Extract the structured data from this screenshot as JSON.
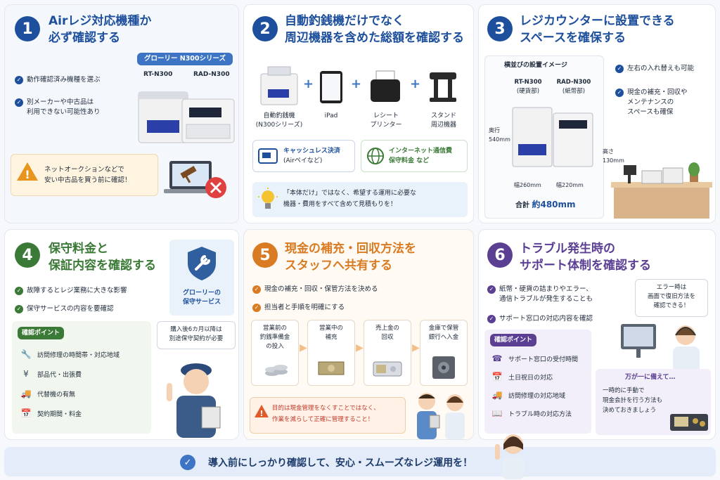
{
  "colors": {
    "blue": "#1d4f9c",
    "green": "#3a7a36",
    "orange": "#d97b22",
    "purple": "#5b3f93"
  },
  "p1": {
    "num": "1",
    "title1": "Airレジ対応機種か",
    "title2": "必ず確認する",
    "series": "グローリー N300シリーズ",
    "m1": "RT-N300",
    "m2": "RAD-N300",
    "c1": "動作確認済み機種を選ぶ",
    "c2a": "別メーカーや中古品は",
    "c2b": "利用できない可能性あり",
    "warn1": "ネットオークションなどで",
    "warn2": "安い中古品を買う前に確認！"
  },
  "p2": {
    "num": "2",
    "title1": "自動釣銭機だけでなく",
    "title2": "周辺機器を含めた総額を確認する",
    "d1a": "自動釣銭機",
    "d1b": "(N300シリーズ)",
    "d2": "iPad",
    "d3a": "レシート",
    "d3b": "プリンター",
    "d4a": "スタンド",
    "d4b": "周辺機器",
    "f1a": "キャッシュレス決済",
    "f1b": "(Airペイなど)",
    "f2a": "インターネット通信費",
    "f2b": "保守料金 など",
    "tip1": "「本体だけ」ではなく、希望する運用に必要な",
    "tip2": "機器・費用をすべて含めて見積もりを！"
  },
  "p3": {
    "num": "3",
    "title1": "レジカウンターに設置できる",
    "title2": "スペースを確保する",
    "imgTitle": "横並びの設置イメージ",
    "m1": "RT-N300",
    "m1s": "(硬貨部)",
    "m2": "RAD-N300",
    "m2s": "(紙幣部)",
    "depth1": "奥行",
    "depth2": "540mm",
    "height1": "高さ",
    "height2": "130mm",
    "w1": "幅260mm",
    "w2": "幅220mm",
    "total1": "合計",
    "total2": "約480mm",
    "c1": "左右の入れ替えも可能",
    "c2a": "現金の補充・回収や",
    "c2b": "メンテナンスの",
    "c2c": "スペースも確保"
  },
  "p4": {
    "num": "4",
    "title1": "保守料金と",
    "title2": "保証内容を確認する",
    "shield1": "グローリーの",
    "shield2": "保守サービス",
    "c1": "故障するとレジ業務に大きな影響",
    "c2": "保守サービスの内容を要確認",
    "pointsTitle": "確認ポイント",
    "points": [
      "訪問修理の時間帯・対応地域",
      "部品代・出張費",
      "代替機の有無",
      "契約期間・料金"
    ],
    "bubble1": "購入後6カ月以降は",
    "bubble2": "別途保守契約が必要"
  },
  "p5": {
    "num": "5",
    "title1": "現金の補充・回収方法を",
    "title2": "スタッフへ共有する",
    "c1": "現金の補充・回収・保管方法を決める",
    "c2": "担当者と手順を明確にする",
    "steps": [
      [
        "営業前の",
        "釣銭準備金",
        "の投入"
      ],
      [
        "営業中の",
        "補充",
        ""
      ],
      [
        "売上金の",
        "回収",
        ""
      ],
      [
        "金庫で保管",
        "銀行へ入金",
        ""
      ]
    ],
    "warn1": "目的は現金管理をなくすことではなく、",
    "warn2": "作業を減らして正確に管理すること！"
  },
  "p6": {
    "num": "6",
    "title1": "トラブル発生時の",
    "title2": "サポート体制を確認する",
    "c1a": "紙幣・硬貨の詰まりやエラー、",
    "c1b": "通信トラブルが発生することも",
    "c2": "サポート窓口の対応内容を確認",
    "pointsTitle": "確認ポイント",
    "points": [
      "サポート窓口の受付時間",
      "土日祝日の対応",
      "訪問修理の対応地域",
      "トラブル時の対応方法"
    ],
    "bubble1": "エラー時は",
    "bubble2": "画面で復旧方法を",
    "bubble3": "確認できる！",
    "backupTitle": "万が一に備えて…",
    "b1": "一時的に手動で",
    "b2": "現金会計を行う方法も",
    "b3": "決めておきましょう"
  },
  "footer": "導入前にしっかり確認して、安心・スムーズなレジ運用を！"
}
